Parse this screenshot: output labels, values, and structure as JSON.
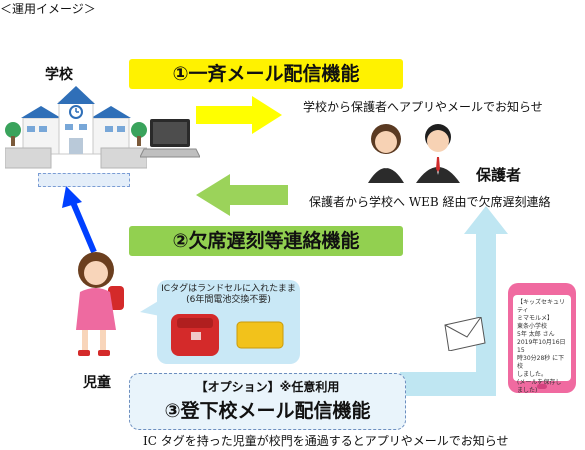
{
  "header": {
    "caption": "＜運用イメージ＞"
  },
  "school": {
    "label": "学校"
  },
  "guardians": {
    "label": "保護者"
  },
  "child": {
    "label": "児童"
  },
  "functions": {
    "f1": "①一斉メール配信機能",
    "f2": "②欠席遅刻等連絡機能",
    "f3": "③登下校メール配信機能",
    "f3_option": "【オプション】※任意利用"
  },
  "notes": {
    "school_to_parent": "学校から保護者へアプリやメールでお知らせ",
    "parent_to_school": "保護者から学校へ WEB 経由で欠席遅刻連絡",
    "ic_pass": "IC タグを持った児童が校門を通過するとアプリやメールでお知らせ"
  },
  "ic_bubble": {
    "line1": "ICタグはランドセルに入れたまま",
    "line2": "(6年間電池交換不要)"
  },
  "phone_screen": {
    "line1": "【キッズセキュリティ",
    "line2": "ミマモルメ】",
    "line3": "東条小学校",
    "line4": "5年 太郎 さん",
    "line5": "2019年10月16日 15",
    "line6": "時30分28秒 に下校",
    "line7": "しました。",
    "line8": "(メールを保存しました)"
  },
  "colors": {
    "yellow": "#fff200",
    "green": "#92d050",
    "arrow_yellow": "#ffff00",
    "arrow_green": "#9bd35a",
    "arrow_blue": "#0040ff",
    "light_blue": "#bfe6f2"
  }
}
